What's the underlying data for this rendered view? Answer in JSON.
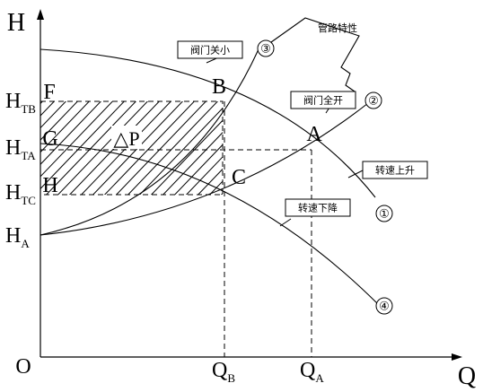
{
  "axes": {
    "y_label": "H",
    "x_label": "Q",
    "origin": "O",
    "y_ticks": [
      {
        "main": "H",
        "sub": "TB"
      },
      {
        "main": "H",
        "sub": "TA"
      },
      {
        "main": "H",
        "sub": "TC"
      },
      {
        "main": "H",
        "sub": "A"
      }
    ],
    "x_ticks": [
      {
        "main": "Q",
        "sub": "B"
      },
      {
        "main": "Q",
        "sub": "A"
      }
    ]
  },
  "points": {
    "A": "A",
    "B": "B",
    "C": "C",
    "F": "F",
    "G": "G",
    "H": "H"
  },
  "area_label": "△P",
  "callouts": {
    "pipe_characteristic": "管路特性",
    "valve_small": "阀门关小",
    "valve_full": "阀门全开",
    "speed_up": "转速上升",
    "speed_down": "转速下降"
  },
  "curve_numbers": {
    "c1": "①",
    "c2": "②",
    "c3": "③",
    "c4": "④"
  }
}
